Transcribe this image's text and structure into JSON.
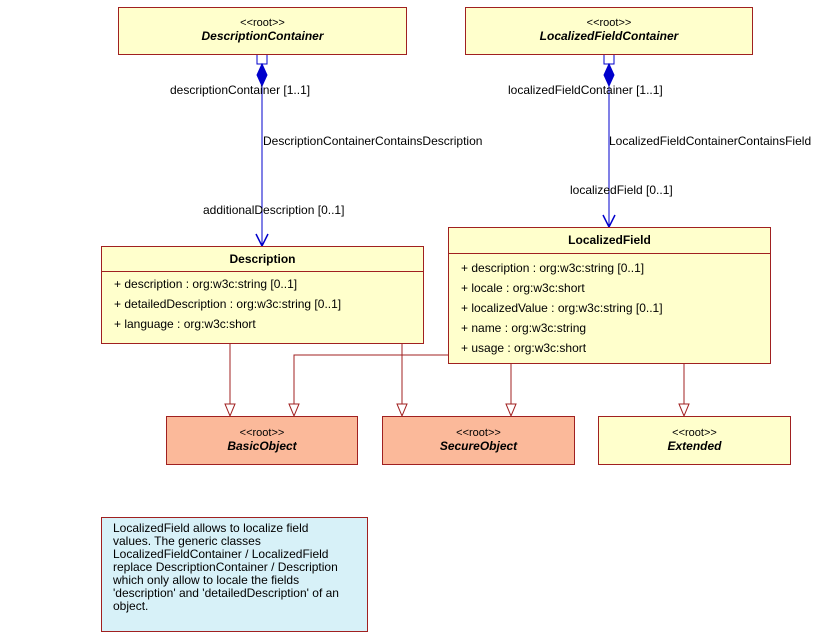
{
  "classes": {
    "description_container": {
      "stereotype": "<<root>>",
      "name": "DescriptionContainer"
    },
    "localized_field_container": {
      "stereotype": "<<root>>",
      "name": "LocalizedFieldContainer"
    },
    "description": {
      "name": "Description",
      "attributes": [
        "+ description : org:w3c:string [0..1]",
        "+ detailedDescription : org:w3c:string [0..1]",
        "+ language : org:w3c:short"
      ]
    },
    "localized_field": {
      "name": "LocalizedField",
      "attributes": [
        "+ description : org:w3c:string [0..1]",
        "+ locale : org:w3c:short",
        "+ localizedValue : org:w3c:string [0..1]",
        "+ name : org:w3c:string",
        "+ usage : org:w3c:short"
      ]
    },
    "basic_object": {
      "stereotype": "<<root>>",
      "name": "BasicObject"
    },
    "secure_object": {
      "stereotype": "<<root>>",
      "name": "SecureObject"
    },
    "extended": {
      "stereotype": "<<root>>",
      "name": "Extended"
    }
  },
  "associations": {
    "desc": {
      "source_role": "descriptionContainer [1..1]",
      "name": "DescriptionContainerContainsDescription",
      "target_role": "additionalDescription [0..1]"
    },
    "loc": {
      "source_role": "localizedFieldContainer [1..1]",
      "name": "LocalizedFieldContainerContainsField",
      "target_role": "localizedField [0..1]"
    }
  },
  "note": {
    "lines": [
      "LocalizedField allows to localize field",
      "values. The generic classes",
      "LocalizedFieldContainer / LocalizedField",
      "replace DescriptionContainer / Description",
      "which only allow to locale the fields",
      "'description' and 'detailedDescription' of an",
      "object."
    ]
  },
  "colors": {
    "class_fill": "#ffffcc",
    "root_class_fill": "#fbb99a",
    "note_fill": "#d7f1f8",
    "border": "#a02020",
    "association": "#0000cc"
  }
}
